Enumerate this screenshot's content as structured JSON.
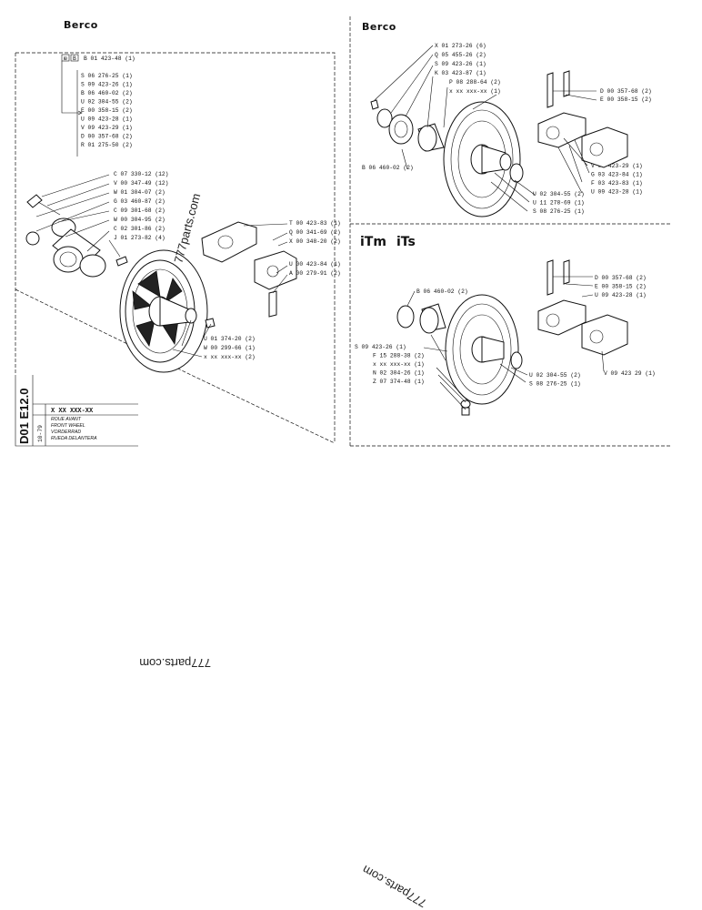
{
  "left_panel": {
    "brand": "Berco",
    "assembly_ref": "B 01 423-48 (1)",
    "kit_items": [
      "S 06 276-25 (1)",
      "S 09 423-26 (1)",
      "B 06 460-02 (2)",
      "U 02 304-55 (2)",
      "E 00 358-15 (2)",
      "U 09 423-28 (1)",
      "V 09 423-29 (1)",
      "D 00 357-68 (2)",
      "R 01 275-50 (2)"
    ],
    "callouts_upper": [
      "C 07 330-12 (12)",
      "V 00 347-49 (12)",
      "W 01 304-07 (2)",
      "G 03 460-87 (2)",
      "C 09 301-68 (2)",
      "W 00 304-95 (2)",
      "C 02 301-86 (2)",
      "J 01 273-82 (4)"
    ],
    "callouts_right": [
      "T 00 423-83 (1)",
      "Q 00 341-69 (2)",
      "X 00 348-20 (2)",
      "U 00 423-84 (1)",
      "A 00 279-91 (2)"
    ],
    "callouts_lower": [
      "U 01 374-20 (2)",
      "W 00 299-66 (1)",
      "x xx xxx-xx (2)"
    ],
    "watermark": "777parts.com"
  },
  "title_block": {
    "code": "D01 E12.0",
    "date": "10-79",
    "part_number": "X XX XXX-XX",
    "names": [
      "ROUE AVANT",
      "FRONT WHEEL",
      "VORDERRAD",
      "RUEDA DELANTERA"
    ]
  },
  "right_top": {
    "brand": "Berco",
    "callouts_top": [
      "X 01 273-26 (6)",
      "Q 05 455-26 (2)",
      "S 09 423-26 (1)",
      "K 03 423-87 (1)",
      "P 08 288-64 (2)",
      "x xx xxx-xx (1)"
    ],
    "left_label": "B 06 460-02 (2)",
    "callouts_bottom": [
      "U 02 304-55 (2)",
      "U 11 278-69 (1)",
      "S 08 276-25 (1)"
    ],
    "callouts_pins": [
      "D 00 357-68 (2)",
      "E 00 358-15 (2)"
    ],
    "callouts_blocks": [
      "V 09 423-29 (1)",
      "G 03 423-84 (1)",
      "F 03 423-83 (1)",
      "U 09 423-28 (1)"
    ]
  },
  "right_bottom": {
    "logos": [
      "iTm",
      "iTs"
    ],
    "callouts_pins": [
      "D 00 357-68 (2)",
      "E 00 358-15 (2)",
      "U 09 423-28 (1)"
    ],
    "top_label": "B 06 460-02 (2)",
    "callouts_left": [
      "S 09 423-26 (1)",
      "F 15 288-38 (2)",
      "x xx xxx-xx (1)",
      "N 02 304-26 (1)",
      "Z 07 374-48 (1)"
    ],
    "callouts_right": [
      "U 02 304-55 (2)",
      "S 08 276-25 (1)"
    ],
    "block_label": "V 09 423 29 (1)"
  },
  "watermarks": [
    "777parts.com",
    "777parts.com"
  ]
}
